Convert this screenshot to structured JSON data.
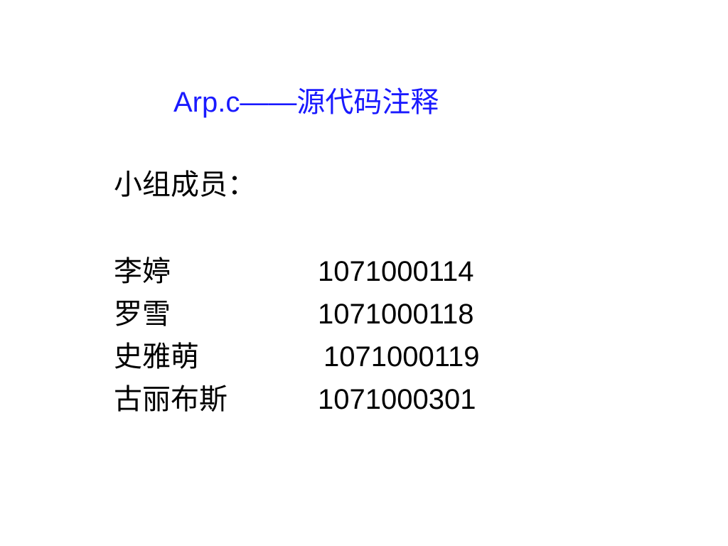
{
  "slide": {
    "title": "Arp.c——源代码注释",
    "group_heading": "小组成员：",
    "members": [
      {
        "name": "李婷",
        "id": "1071000114"
      },
      {
        "name": "罗雪",
        "id": "1071000118"
      },
      {
        "name": "史雅萌",
        "id": "1071000119"
      },
      {
        "name": "古丽布斯",
        "id": "1071000301"
      }
    ]
  },
  "colors": {
    "title": "#1a1aff",
    "text": "#000000",
    "background": "#ffffff"
  }
}
